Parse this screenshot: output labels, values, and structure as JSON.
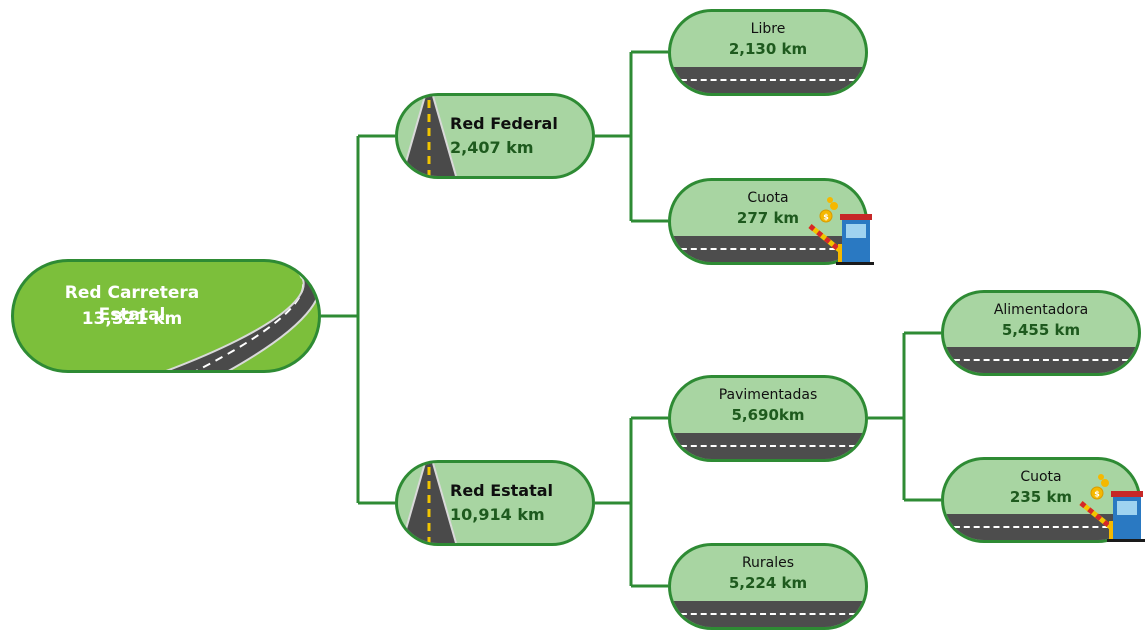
{
  "root": {
    "title": "Red Carretera Estatal",
    "value": "13,321 km"
  },
  "red_federal": {
    "title": "Red Federal",
    "value": "2,407 km",
    "children": [
      {
        "title": "Libre",
        "value": "2,130 km"
      },
      {
        "title": "Cuota",
        "value": "277 km"
      }
    ]
  },
  "red_estatal": {
    "title": "Red Estatal",
    "value": "10,914 km",
    "children": [
      {
        "title": "Pavimentadas",
        "value": "5,690km"
      },
      {
        "title": "Rurales",
        "value": "5,224 km"
      }
    ]
  },
  "pavimentadas_children": [
    {
      "title": "Alimentadora",
      "value": "5,455 km"
    },
    {
      "title": "Cuota",
      "value": "235 km"
    }
  ],
  "icons": {
    "root": "winding-road-icon",
    "mid": "straight-road-icon",
    "toll": "toll-booth-icon"
  },
  "colors": {
    "border": "#2e8b34",
    "root_fill": "#7cbf3b",
    "node_fill": "#a8d5a2",
    "value_text": "#1e5a1e",
    "road": "#4d4d4d"
  }
}
